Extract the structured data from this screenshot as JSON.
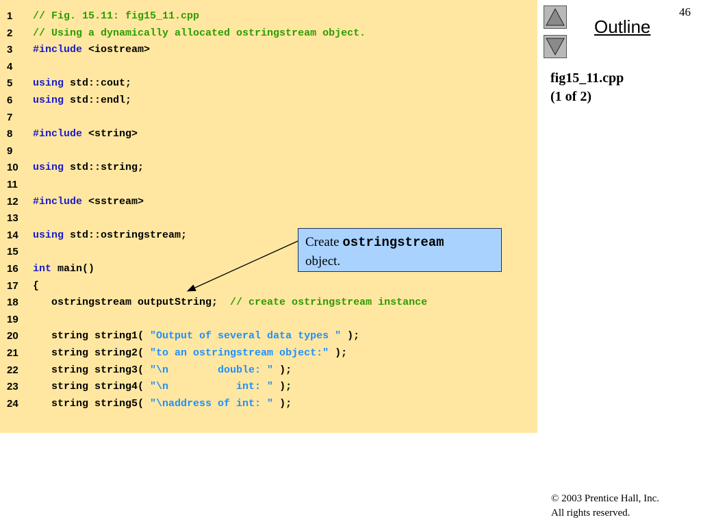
{
  "slide": {
    "page_number": "46",
    "outline_label": "Outline",
    "file_title": "fig15_11.cpp",
    "file_part": "(1 of 2)",
    "copyright_line1": "© 2003 Prentice Hall, Inc.",
    "copyright_line2": "All rights reserved.",
    "nav_up_icon": "triangle-up-icon",
    "nav_down_icon": "triangle-down-icon"
  },
  "callout": {
    "prefix": "Create ",
    "code": "ostringstream",
    "suffix": "object."
  },
  "colors": {
    "code_background": "#ffe7a1",
    "comment": "#2e9c00",
    "keyword": "#1a1acc",
    "string": "#1e90ff",
    "callout_background": "#a9d2ff"
  },
  "code_lines": [
    {
      "num": "1",
      "segments": [
        {
          "t": "// Fig. 15.11: fig15_11.cpp",
          "c": "comment"
        }
      ]
    },
    {
      "num": "2",
      "segments": [
        {
          "t": "// Using a dynamically allocated ostringstream object.",
          "c": "comment"
        }
      ]
    },
    {
      "num": "3",
      "segments": [
        {
          "t": "#include",
          "c": "kw"
        },
        {
          "t": " <iostream>",
          "c": "plain"
        }
      ]
    },
    {
      "num": "4",
      "segments": []
    },
    {
      "num": "5",
      "segments": [
        {
          "t": "using",
          "c": "kw"
        },
        {
          "t": " std::cout;",
          "c": "plain"
        }
      ]
    },
    {
      "num": "6",
      "segments": [
        {
          "t": "using",
          "c": "kw"
        },
        {
          "t": " std::endl;",
          "c": "plain"
        }
      ]
    },
    {
      "num": "7",
      "segments": []
    },
    {
      "num": "8",
      "segments": [
        {
          "t": "#include",
          "c": "kw"
        },
        {
          "t": " <string>",
          "c": "plain"
        }
      ]
    },
    {
      "num": "9",
      "segments": []
    },
    {
      "num": "10",
      "segments": [
        {
          "t": "using",
          "c": "kw"
        },
        {
          "t": " std::string;",
          "c": "plain"
        }
      ]
    },
    {
      "num": "11",
      "segments": []
    },
    {
      "num": "12",
      "segments": [
        {
          "t": "#include",
          "c": "kw"
        },
        {
          "t": " <sstream>",
          "c": "plain"
        }
      ]
    },
    {
      "num": "13",
      "segments": []
    },
    {
      "num": "14",
      "segments": [
        {
          "t": "using",
          "c": "kw"
        },
        {
          "t": " std::ostringstream;",
          "c": "plain"
        }
      ]
    },
    {
      "num": "15",
      "segments": []
    },
    {
      "num": "16",
      "segments": [
        {
          "t": "int",
          "c": "kw"
        },
        {
          "t": " main()",
          "c": "plain"
        }
      ]
    },
    {
      "num": "17",
      "segments": [
        {
          "t": "{",
          "c": "plain"
        }
      ]
    },
    {
      "num": "18",
      "segments": [
        {
          "t": "   ostringstream outputString;  ",
          "c": "plain"
        },
        {
          "t": "// create ostringstream instance",
          "c": "comment"
        }
      ]
    },
    {
      "num": "19",
      "segments": []
    },
    {
      "num": "20",
      "segments": [
        {
          "t": "   string string1( ",
          "c": "plain"
        },
        {
          "t": "\"Output of several data types \"",
          "c": "str"
        },
        {
          "t": " );",
          "c": "plain"
        }
      ]
    },
    {
      "num": "21",
      "segments": [
        {
          "t": "   string string2( ",
          "c": "plain"
        },
        {
          "t": "\"to an ostringstream object:\"",
          "c": "str"
        },
        {
          "t": " );",
          "c": "plain"
        }
      ]
    },
    {
      "num": "22",
      "segments": [
        {
          "t": "   string string3( ",
          "c": "plain"
        },
        {
          "t": "\"\\n        double: \"",
          "c": "str"
        },
        {
          "t": " );",
          "c": "plain"
        }
      ]
    },
    {
      "num": "23",
      "segments": [
        {
          "t": "   string string4( ",
          "c": "plain"
        },
        {
          "t": "\"\\n           int: \"",
          "c": "str"
        },
        {
          "t": " );",
          "c": "plain"
        }
      ]
    },
    {
      "num": "24",
      "segments": [
        {
          "t": "   string string5( ",
          "c": "plain"
        },
        {
          "t": "\"\\naddress of int: \"",
          "c": "str"
        },
        {
          "t": " );",
          "c": "plain"
        }
      ]
    }
  ]
}
